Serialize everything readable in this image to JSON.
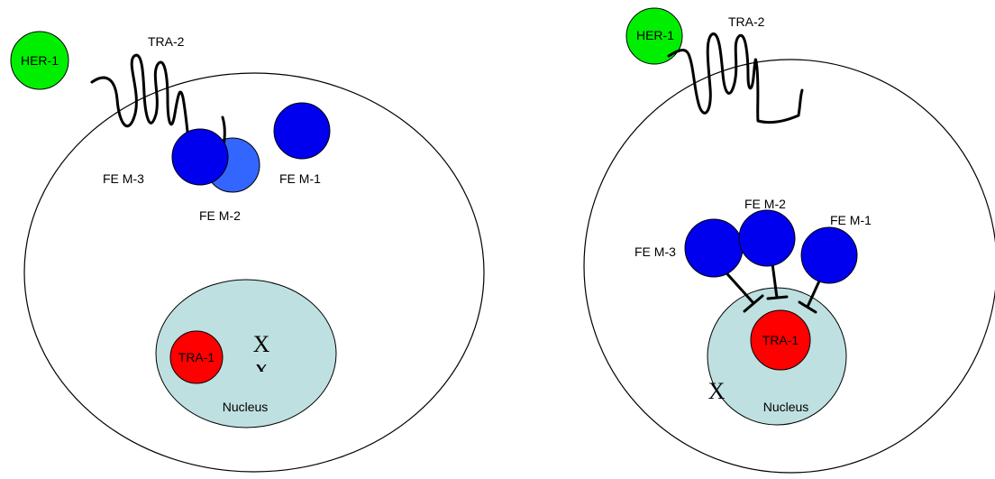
{
  "colors": {
    "her1": "#00ee00",
    "fem_dark": "#0000ee",
    "fem_light": "#3366ff",
    "tra1": "#ff0000",
    "nucleus": "#bfe0e0",
    "outline": "#000000"
  },
  "left_cell": {
    "her1_label": "HER-1",
    "tra2_label": "TRA-2",
    "fem3_label": "FE M-3",
    "fem2_label": "FE M-2",
    "fem1_label": "FE M-1",
    "tra1_label": "TRA-1",
    "nucleus_label": "Nucleus",
    "chromosome_label": "X"
  },
  "right_cell": {
    "her1_label": "HER-1",
    "tra2_label": "TRA-2",
    "fem3_label": "FE M-3",
    "fem2_label": "FE M-2",
    "fem1_label": "FE M-1",
    "tra1_label": "TRA-1",
    "nucleus_label": "Nucleus",
    "chromosome_label": "X"
  }
}
